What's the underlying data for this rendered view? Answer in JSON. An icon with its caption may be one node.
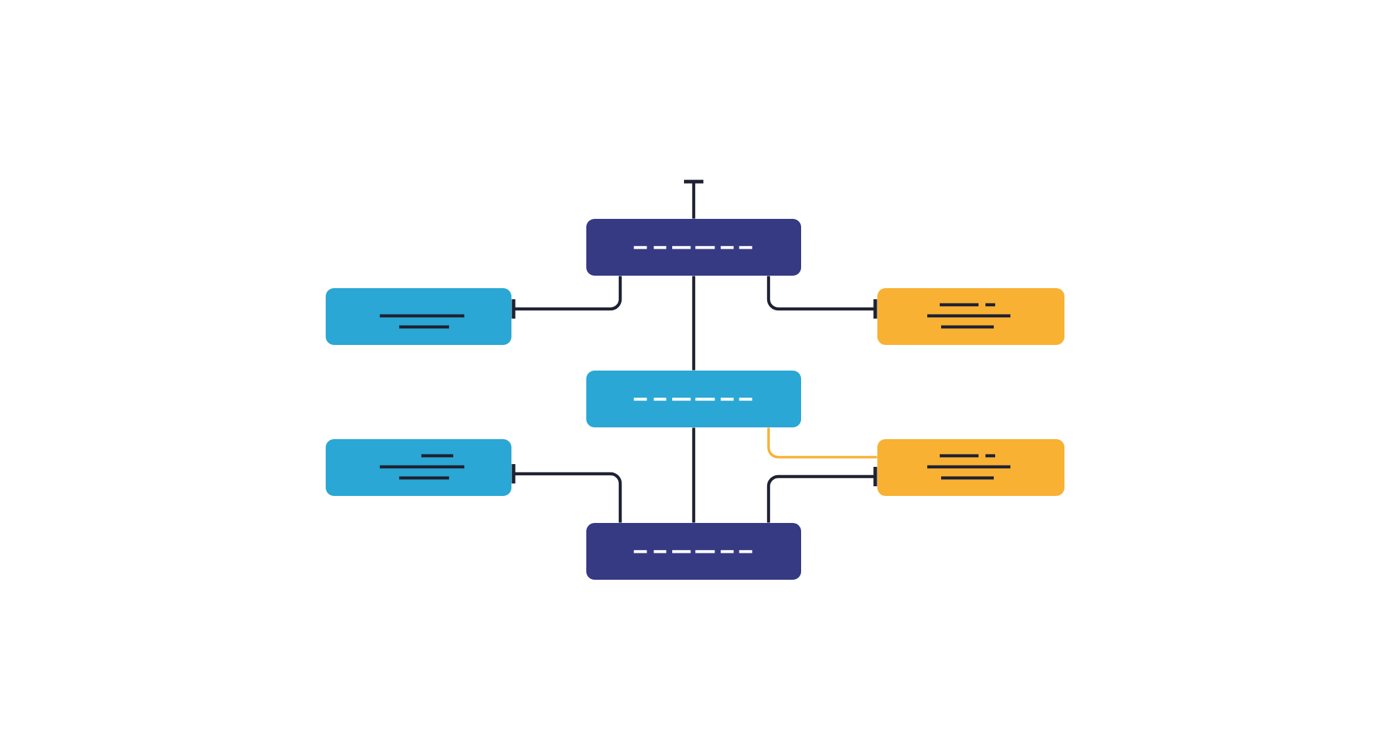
{
  "diagram": {
    "nodes": [
      {
        "text": [],
        "shape": "box"
      },
      {
        "text": [],
        "shape": "box"
      },
      {
        "text": [],
        "shape": "box"
      },
      {
        "text": [],
        "shape": "box"
      },
      {
        "text": [],
        "shape": "box"
      },
      {
        "text": [],
        "shape": "box"
      },
      {
        "text": [],
        "shape": "box"
      }
    ],
    "edges": [
      {
        "from": 0,
        "to": null,
        "arrow": "other"
      },
      {
        "from": 0,
        "to": 1,
        "arrow": "other"
      },
      {
        "from": 0,
        "to": 2,
        "arrow": "other"
      },
      {
        "from": 0,
        "to": 3,
        "arrow": "none"
      },
      {
        "from": 3,
        "to": 6,
        "arrow": "none"
      },
      {
        "from": 3,
        "to": 5,
        "arrow": "none",
        "color": "#f8b133"
      },
      {
        "from": 6,
        "to": 4,
        "arrow": "other"
      },
      {
        "from": 6,
        "to": 5,
        "arrow": "other"
      }
    ]
  }
}
